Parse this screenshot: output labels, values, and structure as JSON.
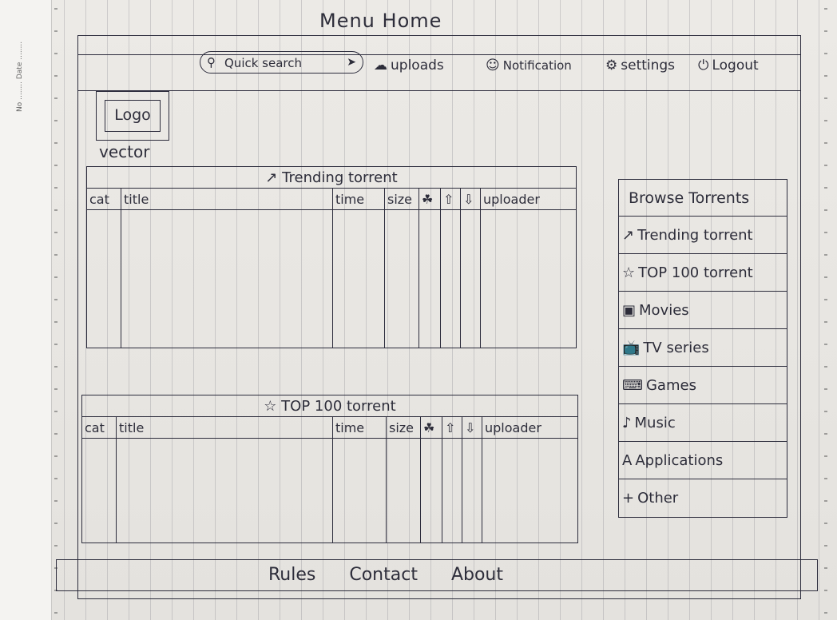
{
  "page": {
    "title": "Menu  Home"
  },
  "header": {
    "search": {
      "label": "Quick search",
      "icon": "search-icon",
      "go_icon": "arrow-icon"
    },
    "nav": [
      {
        "label": "uploads",
        "icon": "upload-cloud-icon"
      },
      {
        "label": "Notification",
        "icon": "user-icon"
      },
      {
        "label": "settings",
        "icon": "gear-icon"
      },
      {
        "label": "Logout",
        "icon": "power-icon"
      }
    ]
  },
  "logo": {
    "label": "Logo",
    "caption": "vector"
  },
  "trending": {
    "caption": "Trending torrent",
    "columns": [
      "cat",
      "title",
      "time",
      "size",
      "",
      "",
      "",
      "uploader"
    ],
    "column_icons": [
      "",
      "",
      "",
      "",
      "seeders-icon",
      "arrow-up-icon",
      "arrow-down-icon",
      ""
    ]
  },
  "top100": {
    "caption": "TOP 100 torrent",
    "columns": [
      "cat",
      "title",
      "time",
      "size",
      "",
      "",
      "",
      "uploader"
    ],
    "column_icons": [
      "",
      "",
      "",
      "",
      "seeders-icon",
      "arrow-up-icon",
      "arrow-down-icon",
      ""
    ]
  },
  "sidebar": {
    "heading": "Browse Torrents",
    "items": [
      {
        "label": "Trending torrent",
        "icon": "trending-icon"
      },
      {
        "label": "TOP 100 torrent",
        "icon": "star-icon"
      },
      {
        "label": "Movies",
        "icon": "film-icon"
      },
      {
        "label": "TV series",
        "icon": "tv-icon"
      },
      {
        "label": "Games",
        "icon": "gamepad-icon"
      },
      {
        "label": "Music",
        "icon": "music-icon"
      },
      {
        "label": "Applications",
        "icon": "app-icon"
      },
      {
        "label": "Other",
        "icon": "plus-icon"
      }
    ]
  },
  "footer": {
    "links": [
      "Rules",
      "Contact",
      "About"
    ]
  },
  "paper": {
    "no_label": "No",
    "date_label": "Date"
  }
}
